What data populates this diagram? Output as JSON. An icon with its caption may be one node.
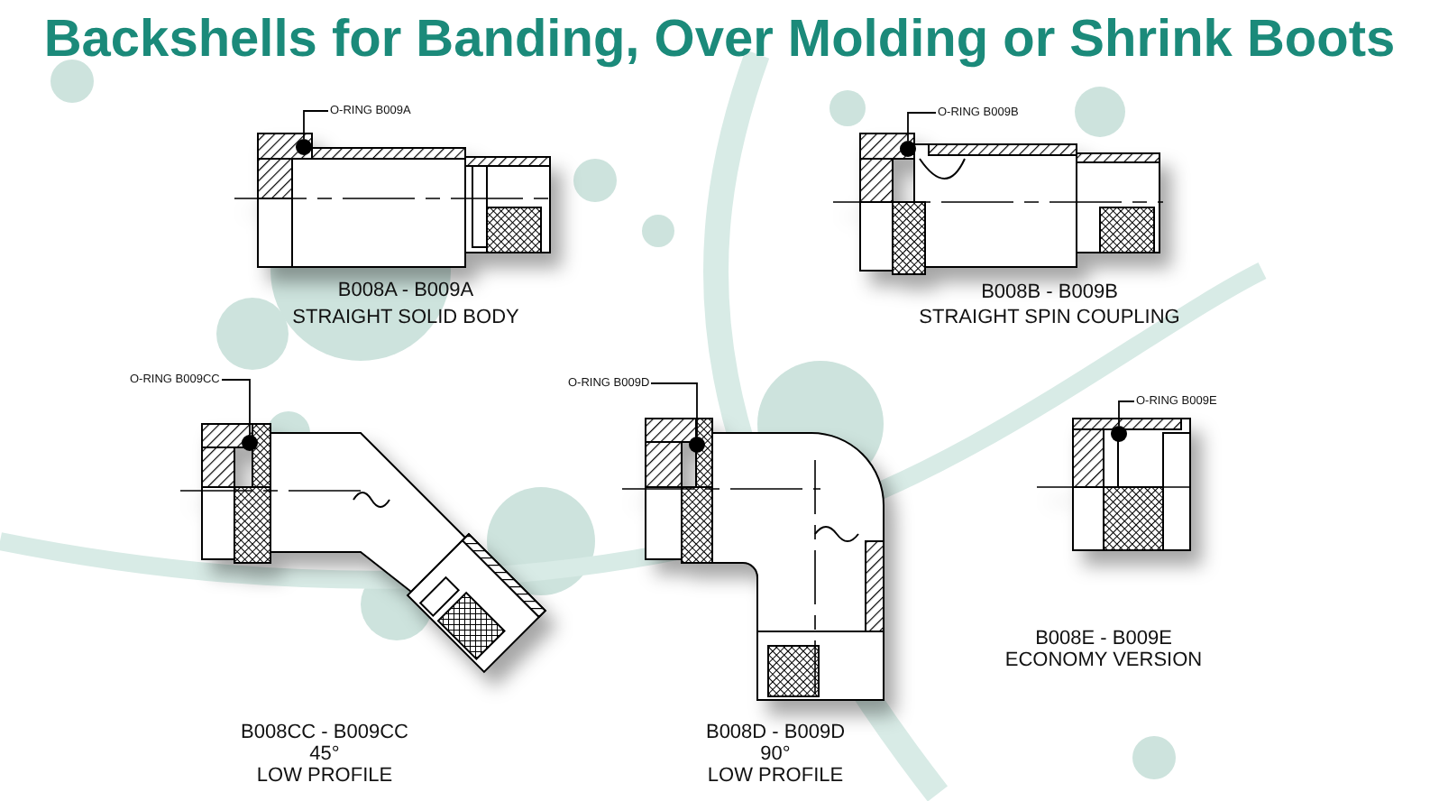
{
  "diagram": {
    "title": "Backshells for Banding, Over Molding or Shrink Boots",
    "nodes": [
      {
        "text": [
          "O-RING B009A"
        ]
      },
      {
        "text": [],
        "shape": "circle"
      },
      {
        "text": [
          "O-RING B009B"
        ]
      },
      {
        "text": [],
        "shape": "circle"
      },
      {
        "text": [
          "O-RING B009CC"
        ]
      },
      {
        "text": [],
        "shape": "circle"
      },
      {
        "text": [
          "O-RING B009D"
        ]
      },
      {
        "text": [],
        "shape": "circle"
      },
      {
        "text": [
          "O-RING B009E"
        ]
      },
      {
        "text": [],
        "shape": "circle"
      }
    ],
    "edges": [
      {
        "from": 0,
        "to": 1,
        "arrow": "none"
      },
      {
        "from": 2,
        "to": 3,
        "arrow": "none"
      },
      {
        "from": 4,
        "to": 5,
        "arrow": "none"
      },
      {
        "from": 6,
        "to": 7,
        "arrow": "none"
      },
      {
        "from": 8,
        "to": 9,
        "arrow": "none"
      }
    ],
    "labels": [
      "B008A - B009A",
      "STRAIGHT SOLID BODY",
      "B008B - B009B",
      "STRAIGHT SPIN COUPLING",
      "B008CC - B009CC",
      "45°",
      "LOW PROFILE",
      "B008D - B009D",
      "90°",
      "LOW PROFILE",
      "B008E - B009E",
      "ECONOMY VERSION"
    ]
  }
}
